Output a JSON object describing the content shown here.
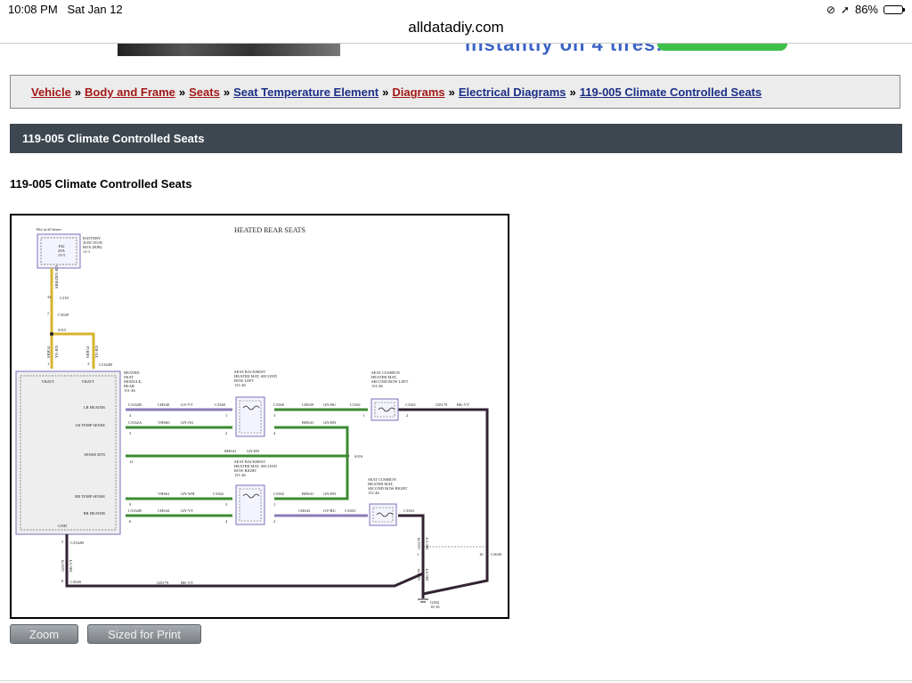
{
  "status": {
    "time": "10:08 PM",
    "date": "Sat Jan 12",
    "battery": "86%",
    "battery_level": 0.86
  },
  "browser": {
    "url": "alldatadiy.com"
  },
  "ad": {
    "text": "instantly on 4 tires!"
  },
  "breadcrumb": [
    {
      "label": "Vehicle",
      "color": "#a31919"
    },
    {
      "label": "Body and Frame",
      "color": "#a31919"
    },
    {
      "label": "Seats",
      "color": "#a31919"
    },
    {
      "label": "Seat Temperature Element",
      "color": "#1b2f86"
    },
    {
      "label": "Diagrams",
      "color": "#a31919"
    },
    {
      "label": "Electrical Diagrams",
      "color": "#1b2f86"
    },
    {
      "label": "119-005 Climate Controlled Seats",
      "color": "#1b2f86"
    }
  ],
  "breadcrumb_separator": "»",
  "title_bar": "119-005 Climate Controlled Seats",
  "page_heading": "119-005 Climate Controlled Seats",
  "diagram": {
    "title": "HEATED REAR SEATS",
    "hot_label": "Hot at all times",
    "bjb_label": [
      "BATTERY",
      "JUNCTION",
      "BOX (BJB)",
      "11-1"
    ],
    "fuse": [
      "F42",
      "20A",
      "13-5"
    ],
    "module_label": [
      "HEATED",
      "SEAT",
      "MODULE,",
      "REAR",
      "151-46"
    ],
    "module_pins": [
      "VBATT",
      "VBATT",
      "LR HEATER",
      "LR TEMP SENSE",
      "SENSE RTN",
      "RR TEMP SENSE",
      "RR HEATER",
      "GND"
    ],
    "components": [
      [
        "SEAT BACKREST",
        "HEATER MAT, SECOND",
        "ROW LEFT",
        "151-46"
      ],
      [
        "SEAT CUSHION",
        "HEATER MAT,",
        "SECOND ROW LEFT",
        "151-46"
      ],
      [
        "SEAT BACKREST",
        "HEATER MAT, SECOND",
        "ROW RIGHT",
        "151-46"
      ],
      [
        "SEAT CUSHION",
        "HEATER MAT,",
        "SECOND ROW RIGHT",
        "151-46"
      ]
    ],
    "circuits": [
      "SBB42",
      "YE-RD",
      "C210",
      "C3049",
      "S315",
      "SBB34",
      "YE-RD",
      "SBB34",
      "YE-RD",
      "C3162B",
      "C3162B",
      "CHS40",
      "GY-VT",
      "C3360",
      "C3360",
      "CHS39",
      "GN-BU",
      "C3361",
      "C3361",
      "GD179",
      "BK-VT",
      "C3162A",
      "VHS66",
      "GN-OG",
      "RHS41",
      "GN-BN",
      "RHS41",
      "GN-BN",
      "S316",
      "VHS62",
      "GN-WH",
      "C3362",
      "C3362",
      "RHS41",
      "GN-BN",
      "C3162B",
      "CHS44",
      "GN-VT",
      "CHS43",
      "GY-BU",
      "C3363",
      "C3363",
      "C3162B",
      "GD179",
      "BK-VT",
      "C3049",
      "GD179",
      "BK-VT",
      "GD179",
      "BK-VT",
      "GD179",
      "BK-VT",
      "C3049",
      "G302",
      "10-16"
    ],
    "pins": [
      "34",
      "7",
      "1",
      "3",
      "4",
      "3",
      "12",
      "9",
      "6",
      "5",
      "8",
      "1",
      "2",
      "3",
      "4",
      "1",
      "2",
      "3",
      "4",
      "1",
      "2",
      "10",
      "1"
    ]
  },
  "buttons": {
    "zoom": "Zoom",
    "print": "Sized for Print"
  }
}
